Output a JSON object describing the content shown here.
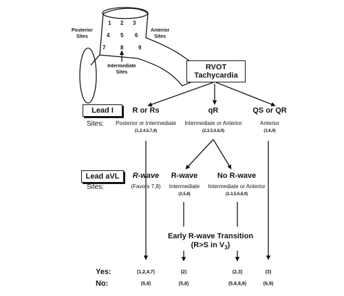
{
  "anatomy": {
    "posterior_label": [
      "Posterior",
      "Sites"
    ],
    "anterior_label": [
      "Anterior",
      "Sites"
    ],
    "intermediate_label": [
      "Intermediate",
      "Sites"
    ],
    "site_numbers": [
      "1",
      "2",
      "3",
      "4",
      "5",
      "6",
      "7",
      "8",
      "9"
    ]
  },
  "root": {
    "line1": "RVOT",
    "line2": "Tachycardia"
  },
  "lead1": {
    "label": "Lead I",
    "sites_label": "Sites:",
    "branches": [
      {
        "pattern": "R or Rs",
        "sites": "Posterior or Intermediate",
        "codes": "(1,2,4,5,7,8)"
      },
      {
        "pattern": "qR",
        "sites": "Intermediate or Anterior",
        "codes": "(2,3,5,6,8,9)"
      },
      {
        "pattern": "QS or QR",
        "sites": "Anterior",
        "codes": "(3,6,9)"
      }
    ]
  },
  "leadavl": {
    "label": "Lead aVL",
    "sites_label": "Sites:",
    "branches": [
      {
        "pattern": "R-wave",
        "sites": "(Favors 7,8)",
        "codes": ""
      },
      {
        "pattern": "R-wave",
        "sites": "Intermediate",
        "codes": "(2,5,8)"
      },
      {
        "pattern": "No R-wave",
        "sites": "Intermediate or Anterior",
        "codes": "(2,3,5,6,8,9)"
      }
    ]
  },
  "transition": {
    "line1": "Early R-wave Transition",
    "line2": "(R>S in V",
    "sub": "3",
    "close": ")"
  },
  "yes": {
    "label": "Yes:",
    "values": [
      "(1,2,4,7)",
      "(2)",
      "(2,3)",
      "(3)"
    ]
  },
  "no": {
    "label": "No:",
    "values": [
      "(5,8)",
      "(5,8)",
      "(5,6,8,9)",
      "(6,9)"
    ]
  }
}
